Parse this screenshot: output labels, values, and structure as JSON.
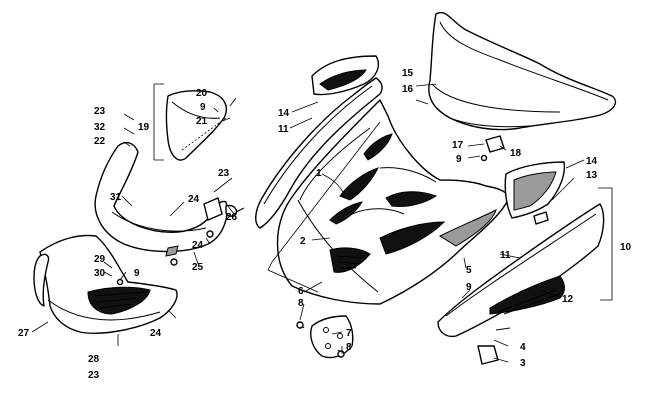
{
  "callouts": {
    "c1": "1",
    "c2": "2",
    "c3": "3",
    "c4": "4",
    "c5": "5",
    "c6": "6",
    "c7": "7",
    "c8a": "8",
    "c8b": "8",
    "c9a": "9",
    "c9b": "9",
    "c9c": "9",
    "c9d": "9",
    "c10": "10",
    "c11a": "11",
    "c11b": "11",
    "c12": "12",
    "c13": "13",
    "c14a": "14",
    "c14b": "14",
    "c15": "15",
    "c16": "16",
    "c17": "17",
    "c18": "18",
    "c19": "19",
    "c20": "20",
    "c21": "21",
    "c22": "22",
    "c23a": "23",
    "c23b": "23",
    "c23c": "23",
    "c24a": "24",
    "c24b": "24",
    "c24c": "24",
    "c25": "25",
    "c26": "26",
    "c27": "27",
    "c28": "28",
    "c29": "29",
    "c30": "30",
    "c31": "31",
    "c32": "32"
  }
}
